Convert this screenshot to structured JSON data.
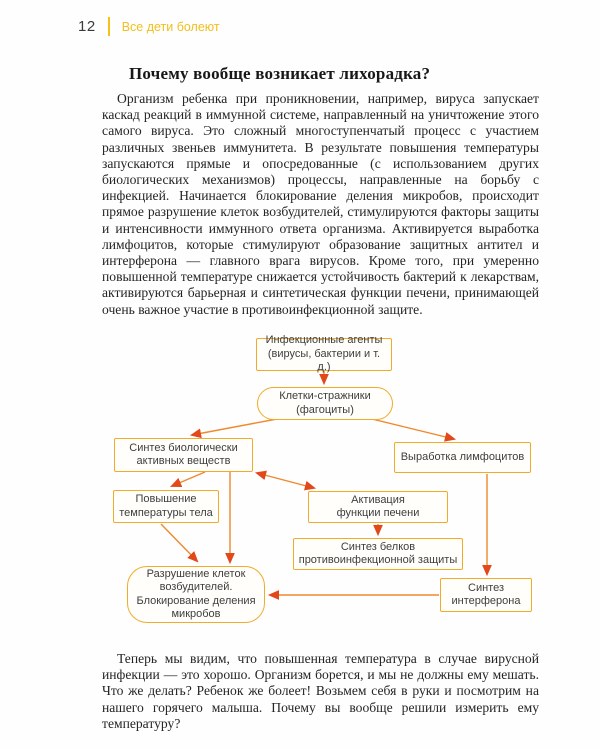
{
  "page": {
    "number": "12",
    "running_title": "Все дети болеют"
  },
  "article": {
    "heading": "Почему вообще возникает лихорадка?",
    "paragraph1": "Организм ребенка при проникновении, например, вируса запускает каскад реакций в иммунной системе, направленный на уничтожение этого самого вируса. Это сложный многоступенчатый процесс с участием различных звеньев иммунитета. В результате повышения температуры запускаются прямые и опосредованные (с использованием других биологических механизмов) процессы, направленные на борьбу с инфекцией. Начинается блокирование деления микробов, происходит прямое разрушение клеток возбудителей, стимулируются факторы защиты и интенсивности иммунного ответа организма. Активируется выработка лимфоцитов, которые стимулируют образование защитных антител и интерферона — главного врага вирусов. Кроме того, при умеренно повышенной температуре снижается устойчивость бактерий к лекарствам, активируются барьерная и синтетическая функции печени, принимающей очень важное участие в противоинфекционной защите.",
    "paragraph2": "Теперь мы видим, что повышенная температура в случае вирусной инфекции — это хорошо. Организм борется, и мы не должны ему мешать. Что же делать? Ребенок же болеет! Возьмем себя в руки и посмотрим на нашего горячего малыша. Почему вы вообще решили измерить ему температуру?"
  },
  "diagram": {
    "nodes": [
      {
        "id": "infectious_agents",
        "shape": "rect",
        "label": "Инфекционные агенты\n(вирусы, бактерии и т. д.)"
      },
      {
        "id": "guard_cells",
        "shape": "stadium",
        "label": "Клетки-стражники\n(фагоциты)"
      },
      {
        "id": "sintez_bio",
        "shape": "rect",
        "label": "Синтез биологически\nактивных веществ"
      },
      {
        "id": "vyrabotka_limfocitov",
        "shape": "rect",
        "label": "Выработка лимфоцитов"
      },
      {
        "id": "povyshenie_temperatury",
        "shape": "rect",
        "label": "Повышение\nтемпературы тела"
      },
      {
        "id": "aktivacia_pecheni",
        "shape": "rect",
        "label": "Активация\nфункции печени"
      },
      {
        "id": "sintez_belkov",
        "shape": "rect",
        "label": "Синтез белков\nпротивоинфекционной защиты"
      },
      {
        "id": "sintez_interferona",
        "shape": "rect",
        "label": "Синтез\nинтерферона"
      },
      {
        "id": "razrushenie_kletok",
        "shape": "rounded",
        "label": "Разрушение клеток\nвозбудителей.\nБлокирование деления\nмикробов"
      }
    ],
    "edges": [
      {
        "from": "infectious_agents",
        "to": "guard_cells",
        "bidirectional": false
      },
      {
        "from": "guard_cells",
        "to": "sintez_bio",
        "bidirectional": false
      },
      {
        "from": "guard_cells",
        "to": "vyrabotka_limfocitov",
        "bidirectional": false
      },
      {
        "from": "sintez_bio",
        "to": "povyshenie_temperatury",
        "bidirectional": false
      },
      {
        "from": "sintez_bio",
        "to": "razrushenie_kletok",
        "bidirectional": false
      },
      {
        "from": "sintez_bio",
        "to": "aktivacia_pecheni",
        "bidirectional": true
      },
      {
        "from": "povyshenie_temperatury",
        "to": "razrushenie_kletok",
        "bidirectional": false
      },
      {
        "from": "aktivacia_pecheni",
        "to": "sintez_belkov",
        "bidirectional": false
      },
      {
        "from": "vyrabotka_limfocitov",
        "to": "sintez_interferona",
        "bidirectional": false
      },
      {
        "from": "sintez_interferona",
        "to": "razrushenie_kletok",
        "bidirectional": false
      }
    ],
    "colors": {
      "box_border": "#f1ab2b",
      "arrow_line": "#f0882c",
      "arrow_head": "#e2491a",
      "accent_yellow": "#f5c21a"
    }
  }
}
